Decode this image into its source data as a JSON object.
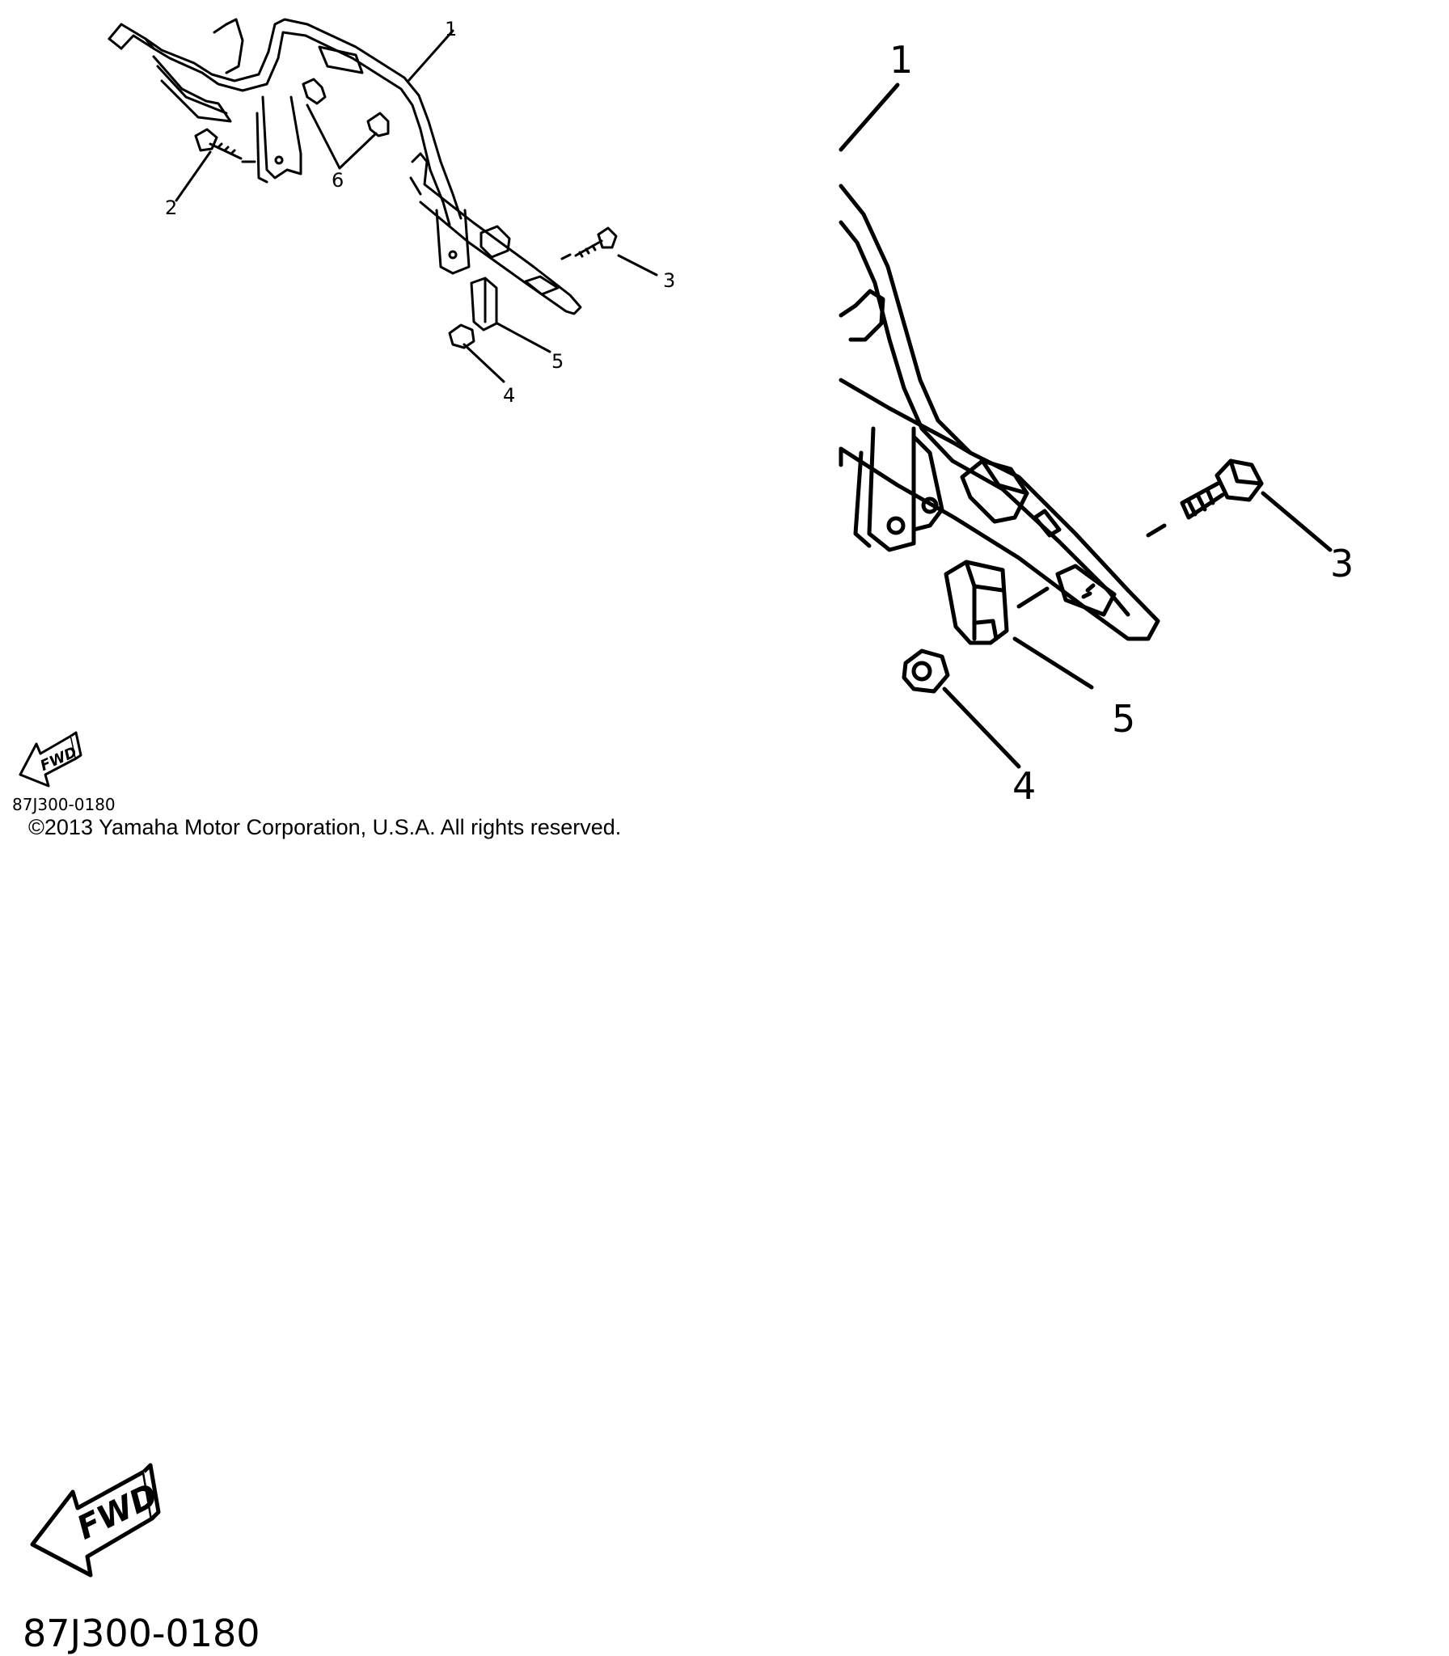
{
  "diagram": {
    "callouts_small": [
      "1",
      "2",
      "3",
      "4",
      "5",
      "6"
    ],
    "callouts_large": [
      "1",
      "3",
      "4",
      "5"
    ],
    "fwd_label": "FWD",
    "part_code": "87J300-0180",
    "copyright": "©2013 Yamaha Motor Corporation, U.S.A. All rights reserved."
  }
}
